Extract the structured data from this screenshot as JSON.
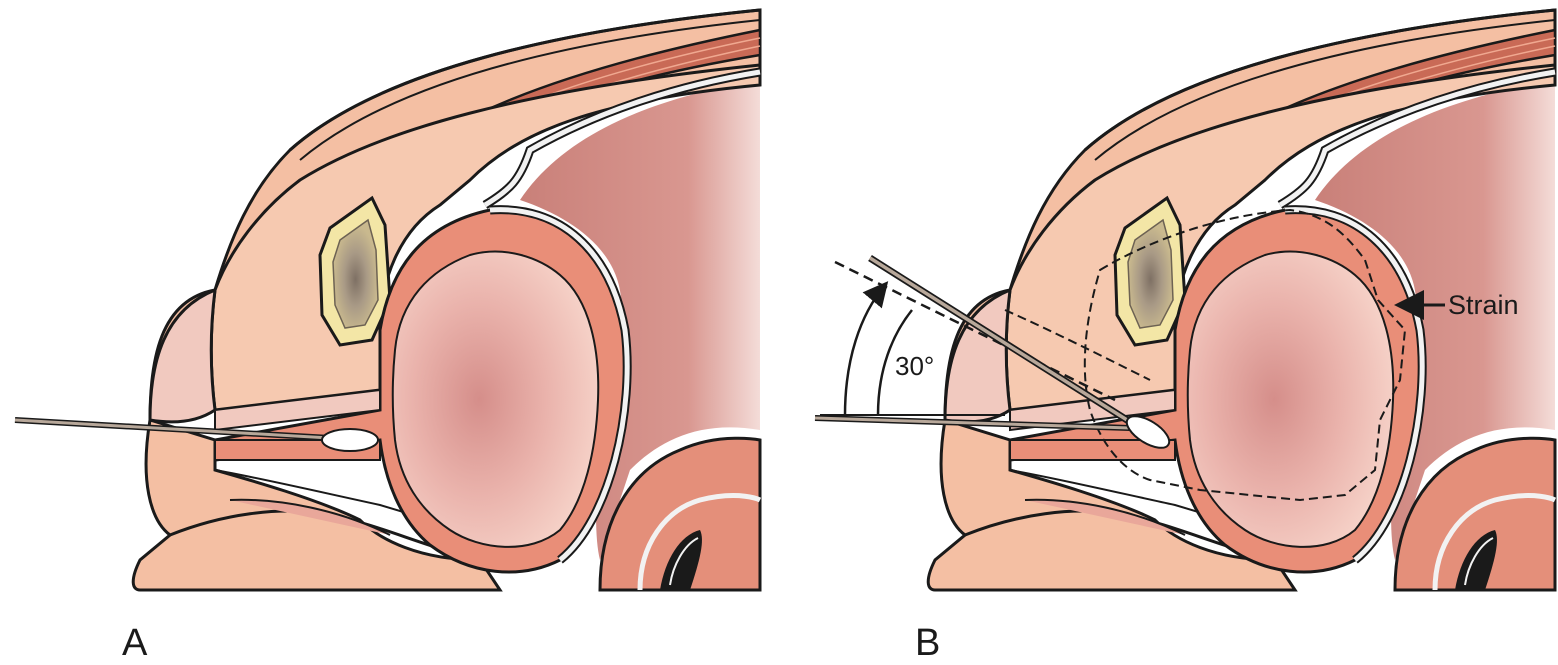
{
  "panels": [
    {
      "letter": "A"
    },
    {
      "letter": "B",
      "angle_label": "30°",
      "strain_label": "Strain"
    }
  ],
  "colors": {
    "skin": "#f5c2a8",
    "skin_light": "#f8d3bd",
    "muscle": "#e98e78",
    "muscle_dark": "#c96752",
    "lumen": "#f0c0b8",
    "lumen_center": "#d99590",
    "deep_tissue": "#d98f87",
    "bone_outer": "#f3e6a6",
    "bone_inner": "#b0a18c",
    "bone_core": "#8f8070",
    "membrane": "#f2f2f2",
    "outline": "#1a1a1a",
    "instrument": "#b8a89a",
    "swab_tip": "#ffffff"
  },
  "icons": {
    "instrument": "swab-instrument-icon",
    "arrow": "arrow-icon"
  }
}
